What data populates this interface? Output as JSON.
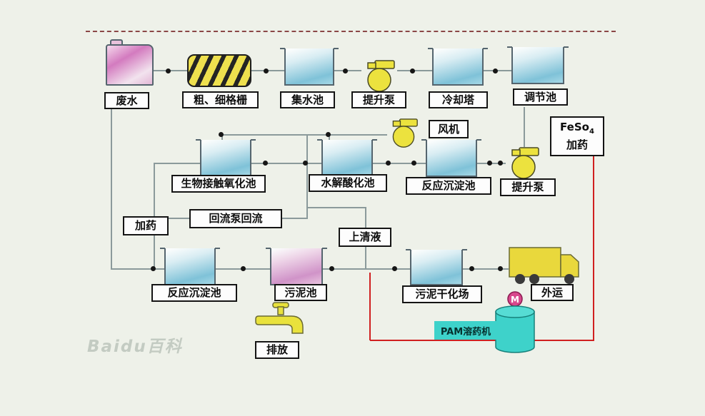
{
  "diagram": {
    "nodes": {
      "wastewater": {
        "label": "废水"
      },
      "bar_screen": {
        "label": "粗、细格栅"
      },
      "collection_tank": {
        "label": "集水池"
      },
      "lift_pump_1": {
        "label": "提升泵"
      },
      "cooling_tower": {
        "label": "冷却塔"
      },
      "regulation_tank": {
        "label": "调节池"
      },
      "feso4": {
        "formula": "FeSo",
        "subscript": "4",
        "line2": "加药"
      },
      "fan": {
        "label": "风机"
      },
      "lift_pump_2": {
        "label": "提升泵"
      },
      "bio_oxidation_tank": {
        "label": "生物接触氧化池"
      },
      "hydrolysis_tank": {
        "label": "水解酸化池"
      },
      "reaction_sed_tank_1": {
        "label": "反应沉淀池"
      },
      "dosing": {
        "label": "加药"
      },
      "reflux_pump": {
        "label": "回流泵回流"
      },
      "supernatant": {
        "label": "上清液"
      },
      "reaction_sed_tank_2": {
        "label": "反应沉淀池"
      },
      "sludge_tank": {
        "label": "污泥池"
      },
      "sludge_drying": {
        "label": "污泥干化场"
      },
      "transport_out": {
        "label": "外运"
      },
      "discharge": {
        "label": "排放"
      },
      "pam_machine": {
        "label": "PAM溶药机",
        "motor_label": "M"
      }
    },
    "colors": {
      "background": "#eef1e9",
      "tank_blue": "#7fc2d8",
      "tank_pink": "#d093c8",
      "equipment_yellow": "#ece23e",
      "pam_teal": "#3ed2ca",
      "dosing_line_red": "#d02020",
      "pipe_gray": "#8b9a9b"
    },
    "watermark": "Baidu百科"
  }
}
